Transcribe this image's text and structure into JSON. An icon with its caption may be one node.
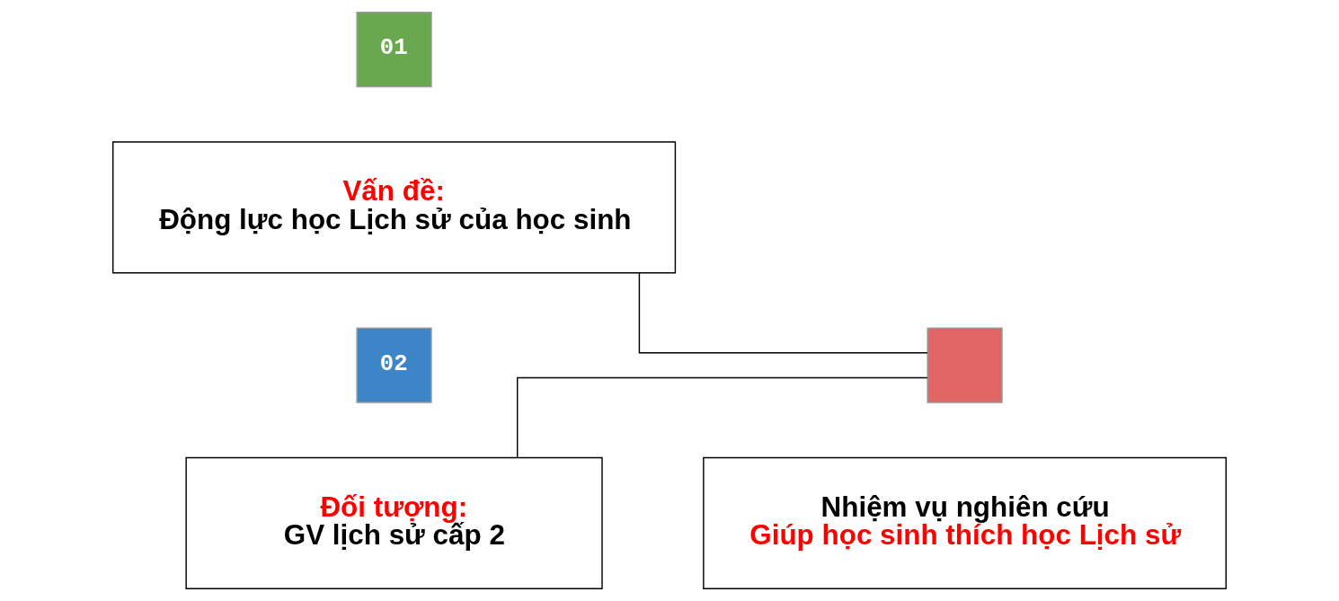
{
  "diagram": {
    "nodes": [
      {
        "text": [
          "01"
        ]
      },
      {
        "text": [
          "Vấn đề:",
          "Động lực học Lịch sử của học sinh"
        ]
      },
      {
        "text": [
          "02"
        ]
      },
      {
        "text": [
          "Đối tượng:",
          "GV lịch sử cấp 2"
        ]
      },
      {
        "text": [],
        "shape": "box"
      },
      {
        "text": [
          "Nhiệm vụ nghiên cứu",
          "Giúp học sinh thích học Lịch sử"
        ]
      }
    ],
    "edges": [
      {
        "from": 1,
        "to": 4,
        "arrow": "none"
      },
      {
        "from": 3,
        "to": 4,
        "arrow": "none"
      }
    ]
  }
}
